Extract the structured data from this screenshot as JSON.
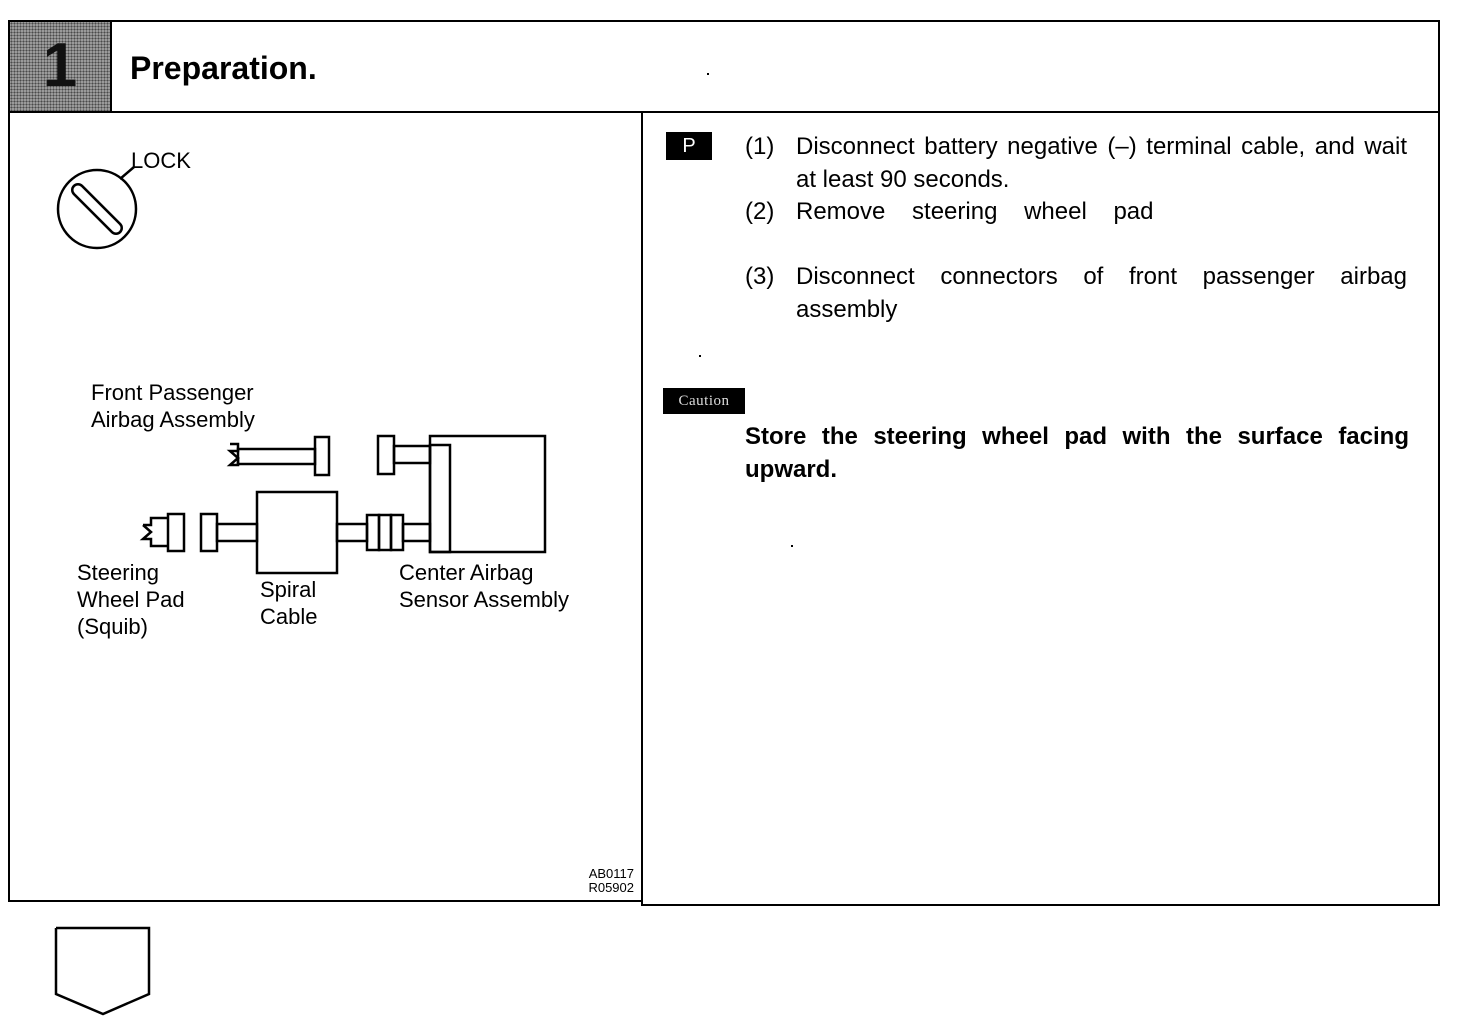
{
  "header": {
    "step_number": "1",
    "title": "Preparation."
  },
  "diagram": {
    "lock_label": "LOCK",
    "labels": {
      "front_passenger_line1": "Front Passenger",
      "front_passenger_line2": "Airbag Assembly",
      "steering_line1": "Steering",
      "steering_line2": "Wheel Pad",
      "steering_line3": "(Squib)",
      "spiral_line1": "Spiral",
      "spiral_line2": "Cable",
      "center_line1": "Center Airbag",
      "center_line2": "Sensor Assembly"
    },
    "ref_code_1": "AB0117",
    "ref_code_2": "R05902"
  },
  "instructions": {
    "badge": "P",
    "steps": [
      {
        "num": "(1)",
        "text": "Disconnect battery negative (–) terminal cable, and wait at least 90 seconds."
      },
      {
        "num": "(2)",
        "text": "Remove steering wheel pad"
      },
      {
        "num": "(3)",
        "text": "Disconnect connectors of front passenger airbag assembly"
      }
    ]
  },
  "caution": {
    "badge": "Caution",
    "text": "Store the steering wheel pad with the surface facing upward."
  }
}
